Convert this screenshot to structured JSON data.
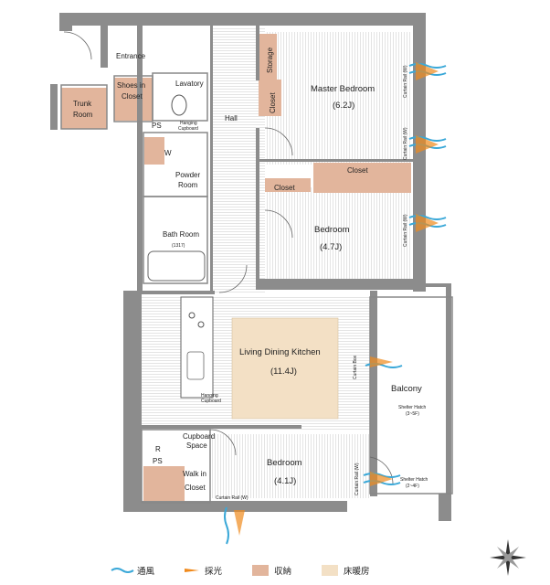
{
  "rooms": {
    "entrance": "Entrance",
    "trunk_room_1": "Trunk",
    "trunk_room_2": "Room",
    "shoes_closet_1": "Shoes in",
    "shoes_closet_2": "Closet",
    "lavatory": "Lavatory",
    "hanging_cupboard_1": "Hanging",
    "hanging_cupboard_2": "Cupboard",
    "ps_top": "PS",
    "hall": "Hall",
    "storage": "Storage",
    "closet_master": "Closet",
    "master_bedroom": "Master Bedroom",
    "master_bedroom_size": "(6.2J)",
    "w_mark": "W",
    "powder_room_1": "Powder",
    "powder_room_2": "Room",
    "bath_room": "Bath Room",
    "bath_room_size": "(1317)",
    "closet_right": "Closet",
    "closet_left": "Closet",
    "bedroom_2": "Bedroom",
    "bedroom_2_size": "(4.7J)",
    "ldk": "Living Dining Kitchen",
    "ldk_size": "(11.4J)",
    "hanging_cupboard_kitchen_1": "Hanging",
    "hanging_cupboard_kitchen_2": "Cupboard",
    "curtain_box": "Curtain Box",
    "balcony": "Balcony",
    "shelter_hatch_1": "Shelter Hatch",
    "shelter_hatch_1_size": "(3~5F)",
    "shelter_hatch_2": "Shelter Hatch",
    "shelter_hatch_2_size": "(2~4F)",
    "cupboard_space_1": "Cupboard",
    "cupboard_space_2": "Space",
    "r_mark": "R",
    "ps_bottom": "PS",
    "walk_in_closet_1": "Walk in",
    "walk_in_closet_2": "Closet",
    "bedroom_3": "Bedroom",
    "bedroom_3_size": "(4.1J)",
    "curtain_rail_w_1": "Curtain Rail (W)",
    "curtain_rail_w_2": "Curtain Rail (W)",
    "curtain_rail_w_3": "Curtain Rail (W)",
    "curtain_rail_w_4": "Curtain Rail (W)",
    "curtain_rail_w_5": "Curtain Rail (W)"
  },
  "legend": {
    "ventilation": "通風",
    "daylight": "採光",
    "storage": "収納",
    "floor_heating": "床暖房"
  },
  "colors": {
    "wall": "#8c8c8c",
    "storage_fill": "#e2b59c",
    "floor_heating_fill": "#f3e0c5",
    "ventilation": "#3aa8d8",
    "daylight": "#f08a1c"
  },
  "icons": {
    "compass": "compass-rose-icon"
  }
}
